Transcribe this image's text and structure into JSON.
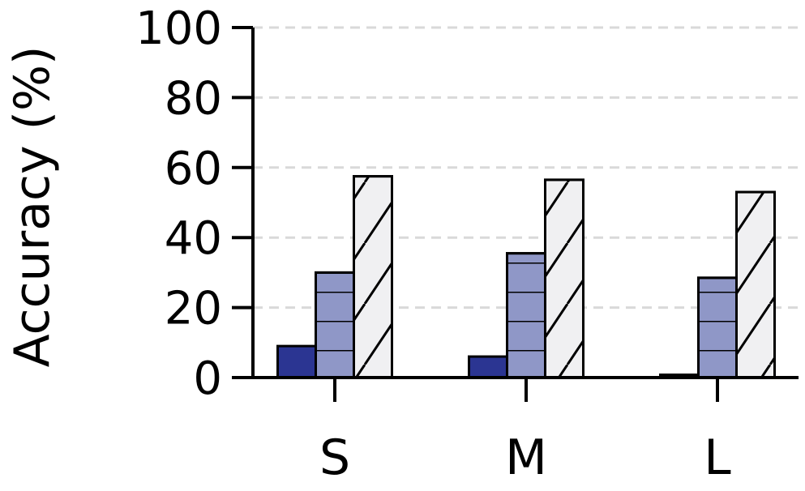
{
  "chart_data": {
    "type": "bar",
    "ylabel": "Accuracy (%)",
    "xlabel": "",
    "title": "",
    "categories": [
      "S",
      "M",
      "L"
    ],
    "ylim": [
      0,
      100
    ],
    "yticks": [
      0,
      20,
      40,
      60,
      80,
      100
    ],
    "grid": "horizontal-dashed",
    "legend": "none",
    "series": [
      {
        "values": [
          9,
          6,
          0.8
        ],
        "color": "#2b3592",
        "pattern": "solid"
      },
      {
        "values": [
          30,
          35.5,
          28.5
        ],
        "color": "#8f97c7",
        "pattern": "horizontal"
      },
      {
        "values": [
          57.5,
          56.5,
          53
        ],
        "color": "#f0f0f2",
        "pattern": "diagonal"
      }
    ]
  }
}
